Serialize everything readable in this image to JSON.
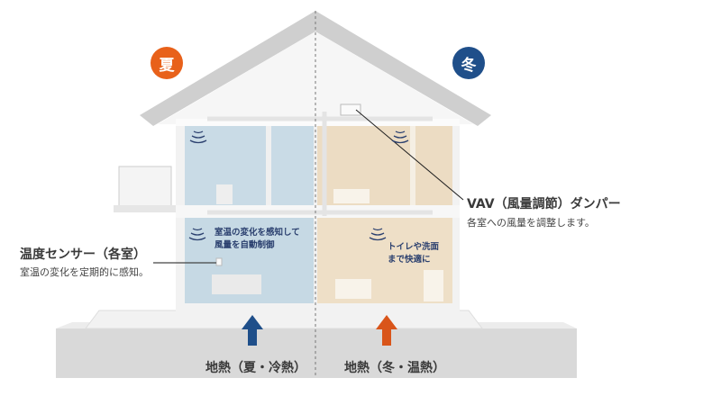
{
  "season_badges": {
    "summer": {
      "label": "夏",
      "color": "#e8611a"
    },
    "winter": {
      "label": "冬",
      "color": "#1f4f8a"
    }
  },
  "callouts": {
    "sensor": {
      "title": "温度センサー（各室）",
      "description": "室温の変化を定期的に感知。"
    },
    "vav": {
      "title": "VAV（風量調節）ダンパー",
      "description": "各室への風量を調整します。"
    }
  },
  "room_notes": {
    "summer_room": "室温の変化を感知して\n風量を自動制御",
    "winter_room": "トイレや洗面\nまで快適に"
  },
  "ground_labels": {
    "summer": "地熱（夏・冷熱）",
    "winter": "地熱（冬・温熱）"
  },
  "arrows": {
    "summer_color": "#1f4f8a",
    "winter_color": "#d9551a"
  }
}
